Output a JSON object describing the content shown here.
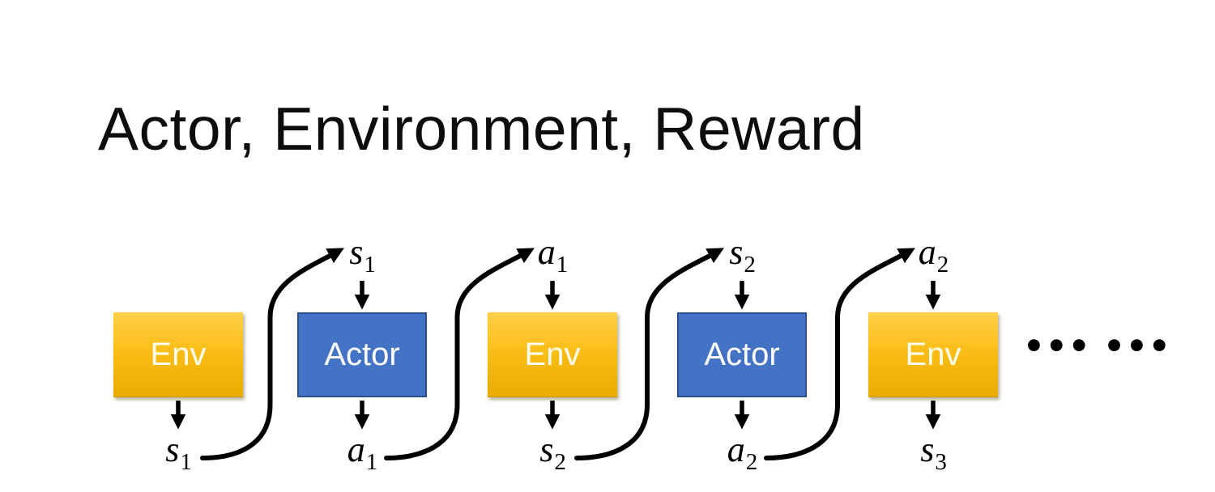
{
  "title": "Actor, Environment, Reward",
  "colors": {
    "env_top": "#FFD04A",
    "env_bottom": "#E9AB00",
    "actor_fill": "#4472C4",
    "actor_border": "#2B4F8E",
    "arrow": "#000000"
  },
  "sequence": {
    "boxes": [
      {
        "label": "Env",
        "kind": "env"
      },
      {
        "label": "Actor",
        "kind": "actor"
      },
      {
        "label": "Env",
        "kind": "env"
      },
      {
        "label": "Actor",
        "kind": "actor"
      },
      {
        "label": "Env",
        "kind": "env"
      }
    ],
    "top_labels": [
      {
        "base": "s",
        "sub": "1"
      },
      {
        "base": "a",
        "sub": "1"
      },
      {
        "base": "s",
        "sub": "2"
      },
      {
        "base": "a",
        "sub": "2"
      }
    ],
    "bottom_labels": [
      {
        "base": "s",
        "sub": "1"
      },
      {
        "base": "a",
        "sub": "1"
      },
      {
        "base": "s",
        "sub": "2"
      },
      {
        "base": "a",
        "sub": "2"
      },
      {
        "base": "s",
        "sub": "3"
      }
    ],
    "ellipsis": "••• •••"
  }
}
